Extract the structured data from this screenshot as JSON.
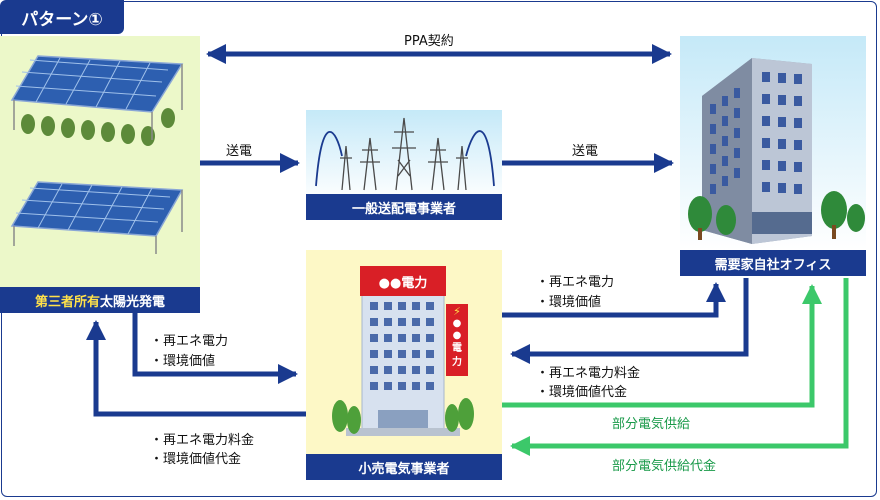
{
  "pattern_label": "パターン①",
  "nodes": {
    "generator": {
      "highlight": "第三者所有",
      "rest": "太陽光発電"
    },
    "grid_operator": "一般送配電事業者",
    "customer": "需要家自社オフィス",
    "retailer": "小売電気事業者"
  },
  "retailer_sign": {
    "top": "●●電力",
    "vertical": [
      "●",
      "●",
      "電",
      "力"
    ]
  },
  "flows": {
    "ppa": "PPA契約",
    "transmission_1": "送電",
    "transmission_2": "送電",
    "gen_to_retail": [
      "・再エネ電力",
      "・環境価値"
    ],
    "retail_to_gen": [
      "・再エネ電力料金",
      "・環境価値代金"
    ],
    "retail_to_customer": [
      "・再エネ電力",
      "・環境価値"
    ],
    "customer_to_retail": [
      "・再エネ電力料金",
      "・環境価値代金"
    ],
    "partial_supply": "部分電気供給",
    "partial_supply_payment": "部分電気供給代金"
  },
  "colors": {
    "navy": "#1a3a8f",
    "green": "#3cc86a",
    "panel_bg": "#ecf8c9",
    "grid_bg": "#d4eef8",
    "retail_bg": "#fdf8c6"
  }
}
